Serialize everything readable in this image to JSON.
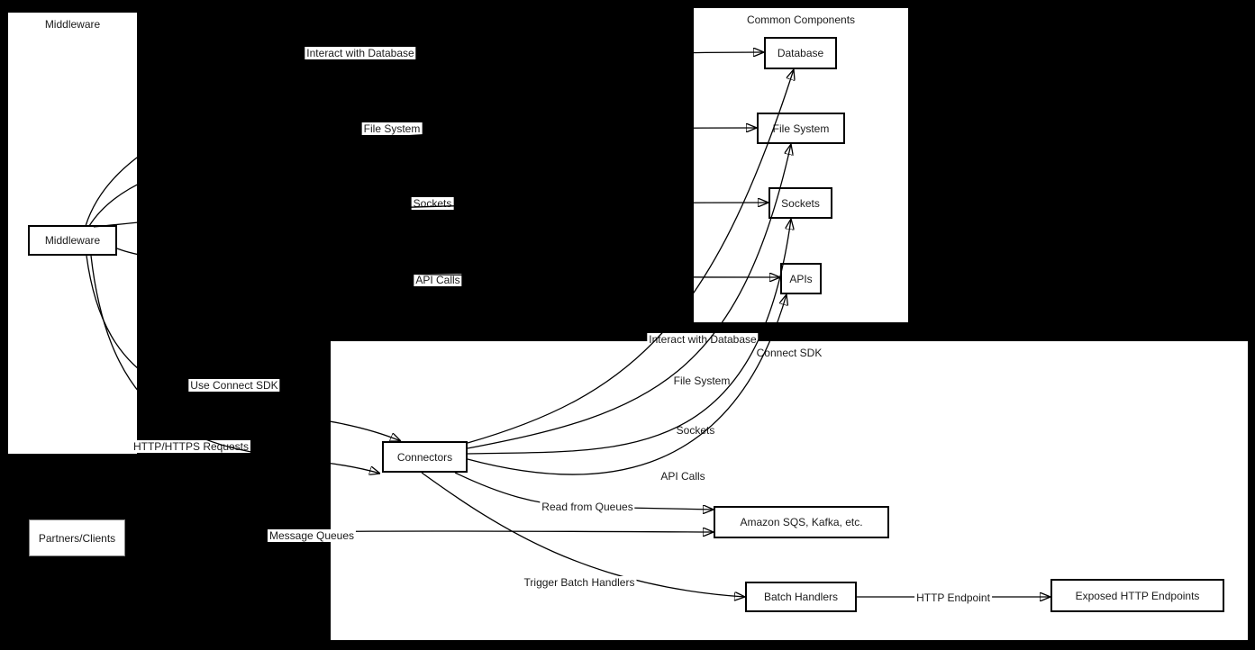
{
  "containers": {
    "middleware": {
      "title": "Middleware"
    },
    "common_components": {
      "title": "Common Components"
    },
    "connect_sdk": {
      "title": "Connect SDK"
    }
  },
  "nodes": {
    "middleware": "Middleware",
    "partners_clients": "Partners/Clients",
    "database": "Database",
    "file_system": "File System",
    "sockets": "Sockets",
    "apis": "APIs",
    "connectors": "Connectors",
    "amazon_sqs": "Amazon SQS, Kafka, etc.",
    "batch_handlers": "Batch Handlers",
    "exposed_http_endpoints": "Exposed HTTP Endpoints"
  },
  "edge_labels": {
    "interact_with_database_top": "Interact with Database",
    "file_system_top": "File System",
    "sockets_top": "Sockets",
    "api_calls_top": "API Calls",
    "use_connect_sdk": "Use Connect SDK",
    "http_https_requests": "HTTP/HTTPS Requests",
    "message_queues": "Message Queues",
    "interact_with_database_sdk": "Interact with Database",
    "file_system_sdk": "File System",
    "sockets_sdk": "Sockets",
    "api_calls_sdk": "API Calls",
    "read_from_queues": "Read from Queues",
    "trigger_batch_handlers": "Trigger Batch Handlers",
    "http_endpoint": "HTTP Endpoint"
  },
  "colors": {
    "canvas_background": "#000000",
    "shape_fill": "#ffffff",
    "shape_border": "#000000",
    "partners_border": "#808080",
    "edge": "#000000",
    "text": "#1a1a1a"
  }
}
